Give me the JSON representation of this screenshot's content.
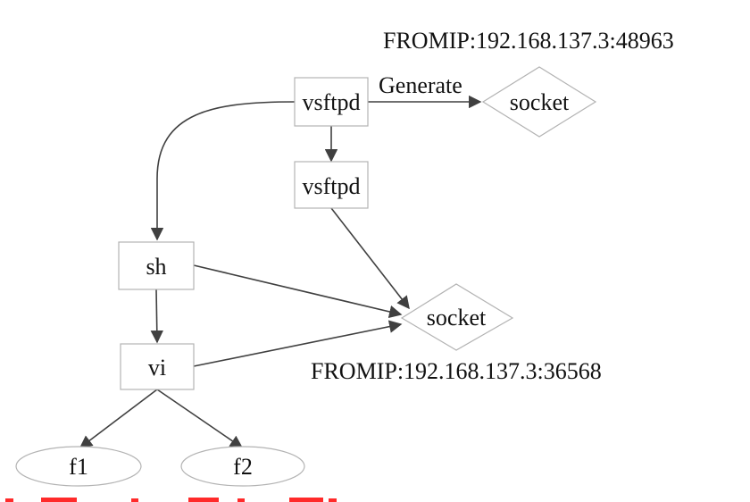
{
  "annotations": {
    "top_ip": "FROMIP:192.168.137.3:48963",
    "bottom_ip": "FROMIP:192.168.137.3:36568",
    "edge_label_generate": "Generate"
  },
  "nodes": {
    "vsftpd_parent": "vsftpd",
    "vsftpd_child": "vsftpd",
    "socket_top": "socket",
    "socket_bottom": "socket",
    "sh": "sh",
    "vi": "vi",
    "f1": "f1",
    "f2": "f2"
  },
  "colors": {
    "node_border": "#b3b3b3",
    "edge": "#404040",
    "text": "#111111",
    "cutoff_marks": "#ff2a2a"
  }
}
